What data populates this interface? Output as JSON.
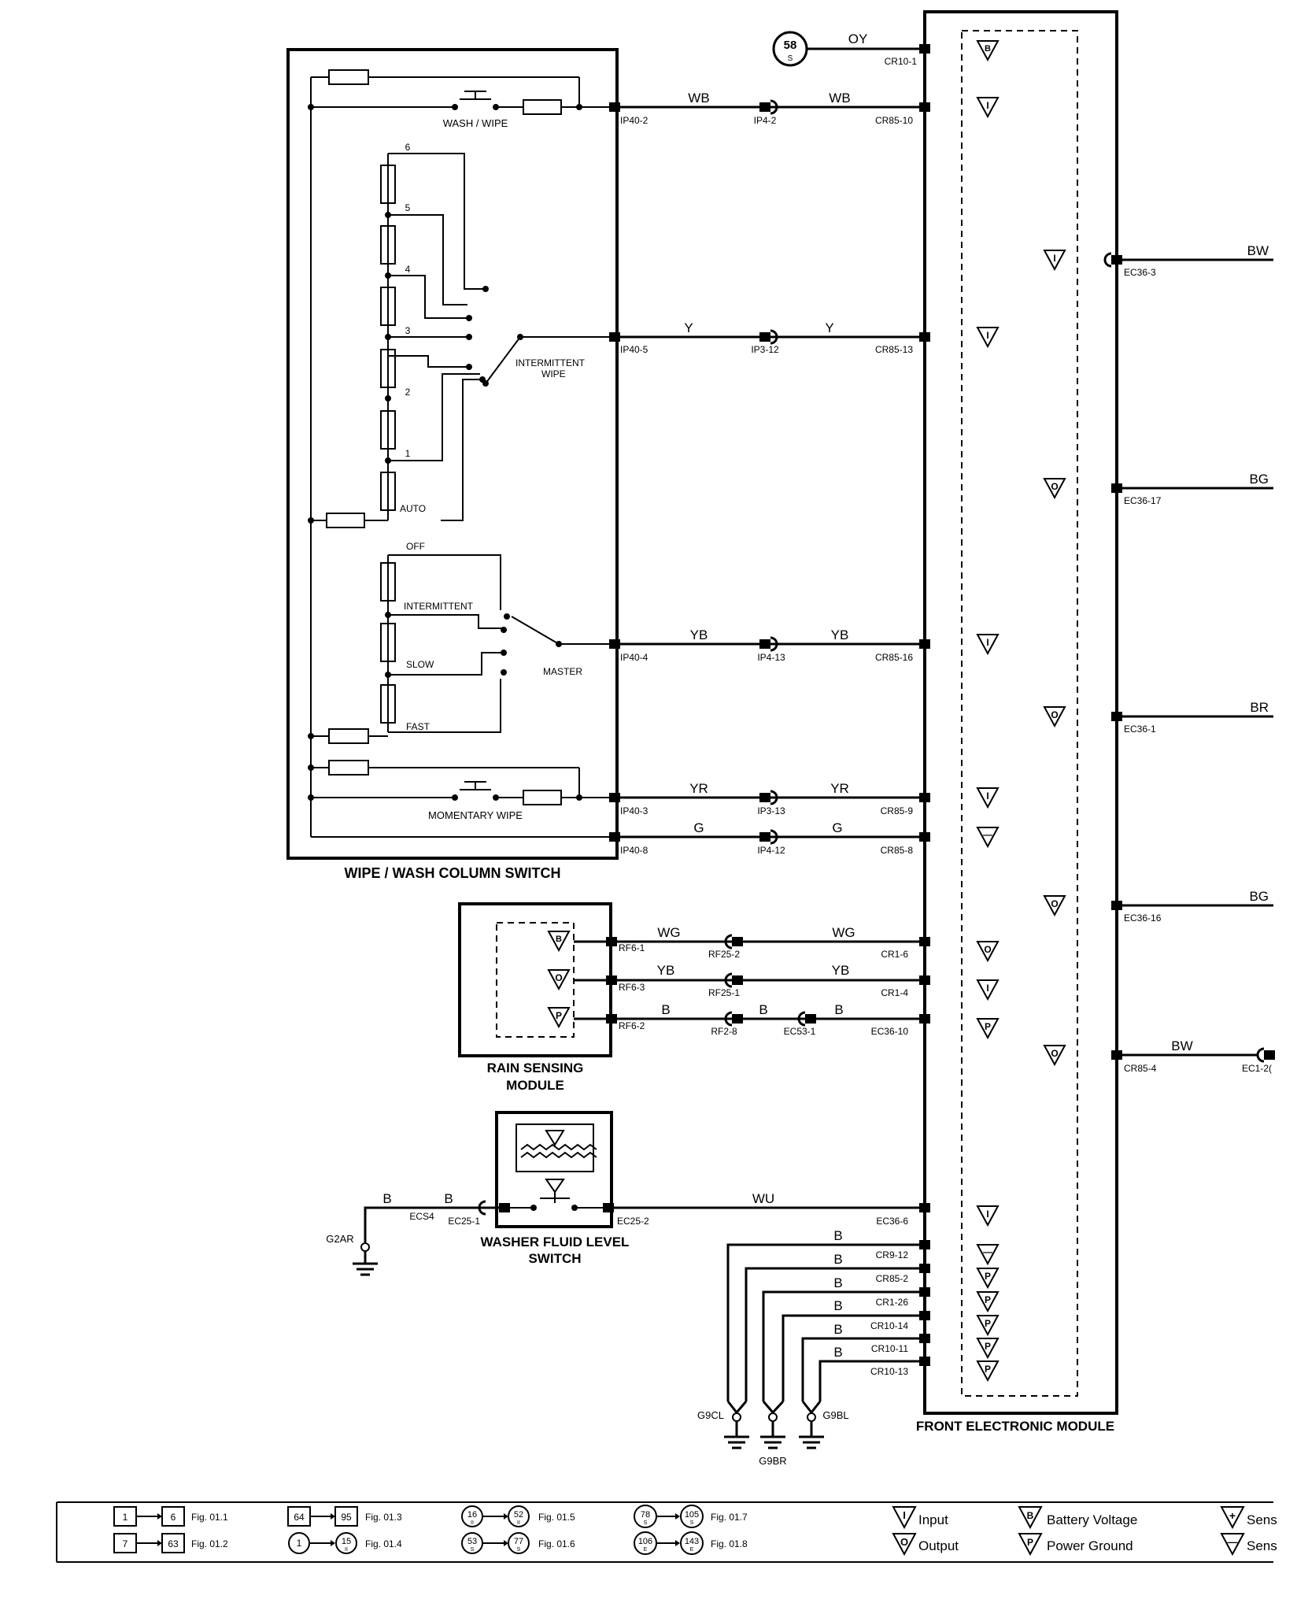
{
  "diagram": {
    "components": {
      "column_switch": "WIPE / WASH COLUMN SWITCH",
      "rain_module_l1": "RAIN SENSING",
      "rain_module_l2": "MODULE",
      "washer_l1": "WASHER FLUID LEVEL",
      "washer_l2": "SWITCH",
      "fem": "FRONT ELECTRONIC MODULE"
    },
    "switch_labels": {
      "wash_wipe": "WASH / WIPE",
      "intermittent_wipe_l1": "INTERMITTENT",
      "intermittent_wipe_l2": "WIPE",
      "master": "MASTER",
      "momentary_wipe": "MOMENTARY WIPE",
      "pos6": "6",
      "pos5": "5",
      "pos4": "4",
      "pos3": "3",
      "pos2": "2",
      "pos1": "1",
      "auto": "AUTO",
      "off": "OFF",
      "intermittent": "INTERMITTENT",
      "slow": "SLOW",
      "fast": "FAST"
    },
    "supply": {
      "number": "58",
      "sub": "S"
    },
    "wires": {
      "oy": "OY",
      "wb": "WB",
      "y": "Y",
      "yb": "YB",
      "yr": "YR",
      "g": "G",
      "wg": "WG",
      "b": "B",
      "wu": "WU",
      "bw": "BW",
      "bg": "BG",
      "br": "BR"
    },
    "connectors": {
      "cr10_1": "CR10-1",
      "ip40_2": "IP40-2",
      "ip4_2": "IP4-2",
      "cr85_10": "CR85-10",
      "ip40_5": "IP40-5",
      "ip3_12": "IP3-12",
      "cr85_13": "CR85-13",
      "ip40_4": "IP40-4",
      "ip4_13": "IP4-13",
      "cr85_16": "CR85-16",
      "ip40_3": "IP40-3",
      "ip3_13": "IP3-13",
      "cr85_9": "CR85-9",
      "ip40_8": "IP40-8",
      "ip4_12": "IP4-12",
      "cr85_8": "CR85-8",
      "rf6_1": "RF6-1",
      "rf25_2": "RF25-2",
      "cr1_6": "CR1-6",
      "rf6_3": "RF6-3",
      "rf25_1": "RF25-1",
      "cr1_4": "CR1-4",
      "rf6_2": "RF6-2",
      "rf2_8": "RF2-8",
      "ec53_1": "EC53-1",
      "ec36_10": "EC36-10",
      "ec36_3": "EC36-3",
      "ec36_17": "EC36-17",
      "ec36_1": "EC36-1",
      "ec36_16": "EC36-16",
      "cr85_4": "CR85-4",
      "ec1_2x": "EC1-2(",
      "ec25_1": "EC25-1",
      "ec25_2": "EC25-2",
      "ec36_6": "EC36-6",
      "ecs4": "ECS4",
      "cr9_12": "CR9-12",
      "cr85_2": "CR85-2",
      "cr1_26": "CR1-26",
      "cr10_14": "CR10-14",
      "cr10_11": "CR10-11",
      "cr10_13": "CR10-13"
    },
    "grounds": {
      "g2ar": "G2AR",
      "g9cl": "G9CL",
      "g9br": "G9BR",
      "g9bl": "G9BL"
    },
    "pin_types": {
      "i": "I",
      "o": "O",
      "b": "B",
      "p": "P",
      "minus": "—",
      "plus": "+"
    }
  },
  "legend": {
    "refs": [
      {
        "from": "1",
        "to": "6",
        "fig": "Fig. 01.1"
      },
      {
        "from": "7",
        "to": "63",
        "fig": "Fig. 01.2"
      },
      {
        "from": "64",
        "to": "95",
        "fig": "Fig. 01.3"
      },
      {
        "from": "1",
        "to": "15",
        "sub_to": "II",
        "fig": "Fig. 01.4"
      },
      {
        "from": "16",
        "sub_from": "II",
        "to": "52",
        "sub_to": "II",
        "fig": "Fig. 01.5"
      },
      {
        "from": "53",
        "sub_from": "S",
        "to": "77",
        "sub_to": "S",
        "fig": "Fig. 01.6"
      },
      {
        "from": "78",
        "sub_from": "S",
        "to": "105",
        "sub_to": "S",
        "fig": "Fig. 01.7"
      },
      {
        "from": "106",
        "sub_from": "E",
        "to": "143",
        "sub_to": "E",
        "fig": "Fig. 01.8"
      }
    ],
    "symbols": {
      "input": "Input",
      "output": "Output",
      "battery": "Battery Voltage",
      "power_ground": "Power Ground",
      "sensor_plus": "Sens",
      "sensor_minus": "Sens"
    }
  }
}
